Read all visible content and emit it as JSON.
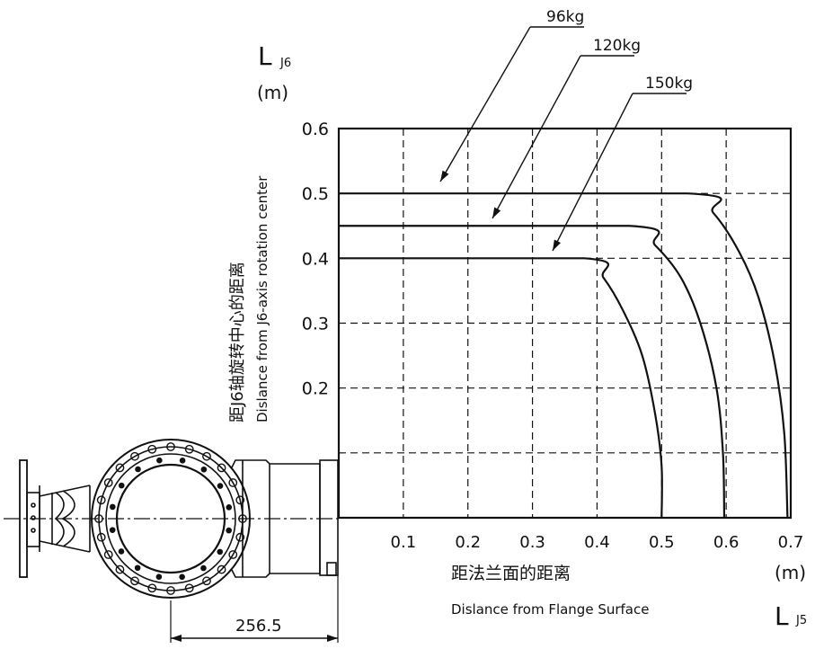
{
  "chart_data": {
    "type": "line",
    "x_axis": {
      "symbol": "L",
      "subscript": "J5",
      "unit": "(m)",
      "label_cn": "距法兰面的距离",
      "label_en": "Dislance from Flange Surface",
      "ticks": [
        "0.1",
        "0.2",
        "0.3",
        "0.4",
        "0.5",
        "0.6",
        "0.7"
      ],
      "range": [
        0,
        0.7
      ]
    },
    "y_axis": {
      "symbol": "L",
      "subscript": "J6",
      "unit": "(m)",
      "label_cn": "距J6轴旋转中心的距离",
      "label_en": "Dislance from J6-axis rotation center",
      "ticks": [
        "0.2",
        "0.3",
        "0.4",
        "0.5",
        "0.6"
      ],
      "range": [
        0,
        0.6
      ]
    },
    "grid": true,
    "series": [
      {
        "name": "96kg",
        "points": [
          [
            0,
            0.5
          ],
          [
            0.54,
            0.5
          ],
          [
            0.58,
            0.47
          ],
          [
            0.62,
            0.41
          ],
          [
            0.65,
            0.34
          ],
          [
            0.675,
            0.24
          ],
          [
            0.69,
            0.13
          ],
          [
            0.695,
            0
          ]
        ]
      },
      {
        "name": "120kg",
        "points": [
          [
            0,
            0.45
          ],
          [
            0.45,
            0.45
          ],
          [
            0.49,
            0.42
          ],
          [
            0.53,
            0.37
          ],
          [
            0.56,
            0.3
          ],
          [
            0.585,
            0.2
          ],
          [
            0.595,
            0.1
          ],
          [
            0.597,
            0
          ]
        ]
      },
      {
        "name": "150kg",
        "points": [
          [
            0,
            0.4
          ],
          [
            0.38,
            0.4
          ],
          [
            0.41,
            0.37
          ],
          [
            0.44,
            0.32
          ],
          [
            0.47,
            0.25
          ],
          [
            0.49,
            0.16
          ],
          [
            0.5,
            0.08
          ],
          [
            0.5,
            0
          ]
        ]
      }
    ]
  },
  "dimension": {
    "value": "256.5"
  }
}
